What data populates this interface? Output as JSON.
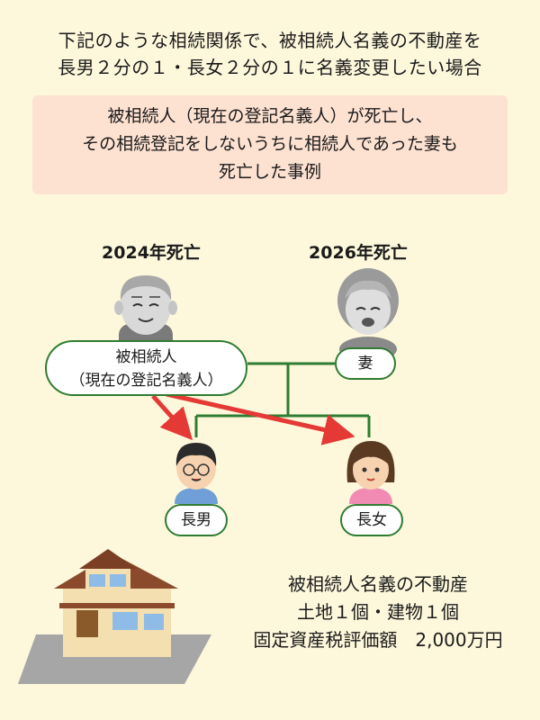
{
  "title": {
    "line1": "下記のような相続関係で、被相続人名義の不動産を",
    "line2": "長男２分の１・長女２分の１に名義変更したい場合"
  },
  "note": {
    "line1": "被相続人（現在の登記名義人）が死亡し、",
    "line2": "その相続登記をしないうちに相続人であった妻も",
    "line3": "死亡した事例"
  },
  "family": {
    "husband_death": "2024年死亡",
    "wife_death": "2026年死亡",
    "deceased_line1": "被相続人",
    "deceased_line2": "（現在の登記名義人）",
    "wife": "妻",
    "son": "長男",
    "daughter": "長女"
  },
  "property": {
    "line1": "被相続人名義の不動産",
    "line2": "土地１個・建物１個",
    "line3": "固定資産税評価額　2,000万円"
  },
  "colors": {
    "background": "#fdf8dc",
    "note_box": "#fde2d2",
    "line": "#2e7d32",
    "arrow": "#e53935"
  },
  "icons": [
    "elderly-man-icon",
    "elderly-woman-icon",
    "son-icon",
    "daughter-icon",
    "house-icon"
  ]
}
